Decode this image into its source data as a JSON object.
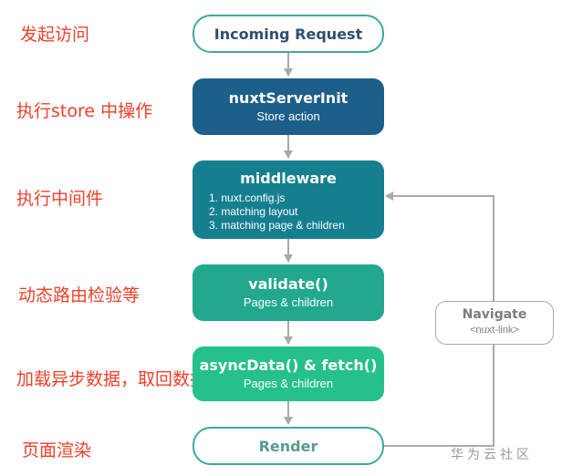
{
  "side_labels": {
    "incoming": "发起访问",
    "store": "执行store 中操作",
    "middleware": "执行中间件",
    "validate": "动态路由检验等",
    "asyncdata": "加载异步数据，取回数据",
    "render": "页面渲染"
  },
  "nodes": {
    "incoming": {
      "title": "Incoming Request"
    },
    "server_init": {
      "title": "nuxtServerInit",
      "subtitle": "Store action"
    },
    "middleware": {
      "title": "middleware",
      "items": [
        "1. nuxt.config.js",
        "2. matching layout",
        "3. matching page & children"
      ]
    },
    "validate": {
      "title": "validate()",
      "subtitle": "Pages & children"
    },
    "asyncdata": {
      "title": "asyncData() & fetch()",
      "subtitle": "Pages & children"
    },
    "render": {
      "title": "Render"
    }
  },
  "navigate": {
    "title": "Navigate",
    "subtitle": "<nuxt-link>"
  },
  "watermark": "华为云社区",
  "colors": {
    "label_red": "#f0402a",
    "server_init": "#1c5f8a",
    "middleware": "#157f90",
    "validate": "#21a88f",
    "asyncdata": "#25c08c",
    "outline": "#3fa99f",
    "arrow": "#a9a9a9"
  }
}
